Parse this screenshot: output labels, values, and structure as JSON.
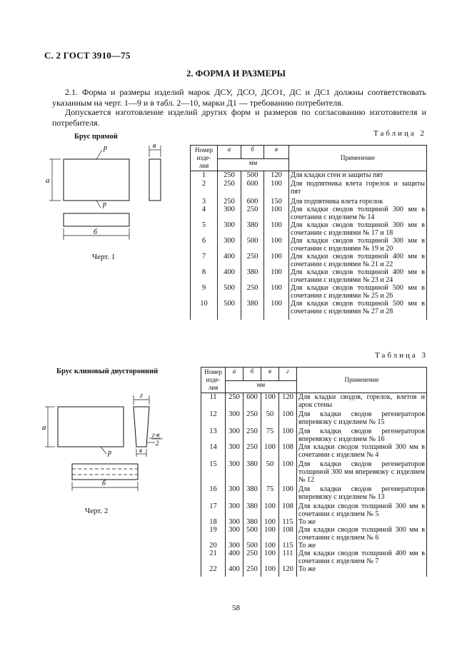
{
  "header": "С. 2 ГОСТ 3910—75",
  "section_title": "2. ФОРМА И РАЗМЕРЫ",
  "paragraphs": [
    "2.1. Форма и размеры изделий марок ДСУ, ДСО, ДСО1, ДС и ДС1 должны соответствовать указанным на черт. 1—9 и в табл. 2—10, марки Д1 — требованию потребителя.",
    "Допускается изготовление изделий других форм и размеров по согласованию изготовителя и потребителя."
  ],
  "figure1": {
    "caption": "Брус прямой",
    "chert": "Черт. 1",
    "labels": {
      "a": "а",
      "b": "б",
      "v": "в",
      "r1": "р",
      "r2": "р"
    }
  },
  "figure2": {
    "caption": "Брус клиновый двусторонний",
    "chert": "Черт. 2",
    "labels": {
      "a": "а",
      "b": "б",
      "v": "в",
      "g": "г",
      "r": "р",
      "g_v": "г-в",
      "g_v_sub": "2"
    }
  },
  "table2": {
    "label": "Таблица 2",
    "headers": {
      "number": "Номер изде- лия",
      "a": "а",
      "b": "б",
      "v": "в",
      "units": "мм",
      "application": "Применение"
    },
    "rows": [
      {
        "n": "1",
        "a": "250",
        "b": "500",
        "v": "120",
        "app": "Для кладки стен и защиты пят"
      },
      {
        "n": "2",
        "a": "250",
        "b": "600",
        "v": "100",
        "app": "Для подпятника влета горелок и защиты пят"
      },
      {
        "n": "3",
        "a": "250",
        "b": "600",
        "v": "150",
        "app": "Для подпятника влета горелок"
      },
      {
        "n": "4",
        "a": "300",
        "b": "250",
        "v": "100",
        "app": "Для кладки сводов толщиной 300 мм в сочетании с изделием № 14"
      },
      {
        "n": "5",
        "a": "300",
        "b": "380",
        "v": "100",
        "app": "Для кладки сводов толщиной 300 мм в сочетании с изделиями № 17 и 18"
      },
      {
        "n": "6",
        "a": "300",
        "b": "500",
        "v": "100",
        "app": "Для кладки сводов толщиной 300 мм в сочетании с изделиями № 19 и 20"
      },
      {
        "n": "7",
        "a": "400",
        "b": "250",
        "v": "100",
        "app": "Для кладки сводов толщиной 400 мм в сочетании с изделиями № 21 и 22"
      },
      {
        "n": "8",
        "a": "400",
        "b": "380",
        "v": "100",
        "app": "Для кладки сводов толщиной 400 мм в сочетании с изделиями № 23 и 24"
      },
      {
        "n": "9",
        "a": "500",
        "b": "250",
        "v": "100",
        "app": "Для кладки сводов толщиной 500 мм в сочетании с изделиями № 25 и 26"
      },
      {
        "n": "10",
        "a": "500",
        "b": "380",
        "v": "100",
        "app": "Для кладки сводов толщиной 500 мм в сочетании с изделиями № 27 и 28"
      }
    ]
  },
  "table3": {
    "label": "Таблица 3",
    "headers": {
      "number": "Номер изде- лия",
      "a": "а",
      "b": "б",
      "v": "в",
      "g": "г",
      "units": "мм",
      "application": "Применение"
    },
    "rows": [
      {
        "n": "11",
        "a": "250",
        "b": "600",
        "v": "100",
        "g": "120",
        "app": "Для кладки сводов, горелок, влетов и арок стены"
      },
      {
        "n": "12",
        "a": "300",
        "b": "250",
        "v": "50",
        "g": "100",
        "app": "Для кладки сводов регенераторов вперевязку с изделием № 15"
      },
      {
        "n": "13",
        "a": "300",
        "b": "250",
        "v": "75",
        "g": "100",
        "app": "Для кладки сводов регенераторов вперевязку с изделием № 16"
      },
      {
        "n": "14",
        "a": "300",
        "b": "250",
        "v": "100",
        "g": "108",
        "app": "Для кладки сводов толщиной 300 мм в сочетании с изделием № 4"
      },
      {
        "n": "15",
        "a": "300",
        "b": "380",
        "v": "50",
        "g": "100",
        "app": "Для кладки сводов регенераторов толщиной 300 мм вперевязку с изделием № 12"
      },
      {
        "n": "16",
        "a": "300",
        "b": "380",
        "v": "75",
        "g": "100",
        "app": "Для кладки сводов регенераторов вперевязку с изделием № 13"
      },
      {
        "n": "17",
        "a": "300",
        "b": "380",
        "v": "100",
        "g": "108",
        "app": "Для кладки сводов толщиной 300 мм в сочетании с изделием № 5"
      },
      {
        "n": "18",
        "a": "300",
        "b": "380",
        "v": "100",
        "g": "115",
        "app": "То же"
      },
      {
        "n": "19",
        "a": "300",
        "b": "500",
        "v": "100",
        "g": "108",
        "app": "Для кладки сводов толщиной 300 мм в сочетании с изделием № 6"
      },
      {
        "n": "20",
        "a": "300",
        "b": "500",
        "v": "100",
        "g": "115",
        "app": "То же"
      },
      {
        "n": "21",
        "a": "400",
        "b": "250",
        "v": "100",
        "g": "111",
        "app": "Для кладки сводов толщиной 400 мм в сочетании с изделием № 7"
      },
      {
        "n": "22",
        "a": "400",
        "b": "250",
        "v": "100",
        "g": "120",
        "app": "То же"
      }
    ]
  },
  "page_number": "58"
}
